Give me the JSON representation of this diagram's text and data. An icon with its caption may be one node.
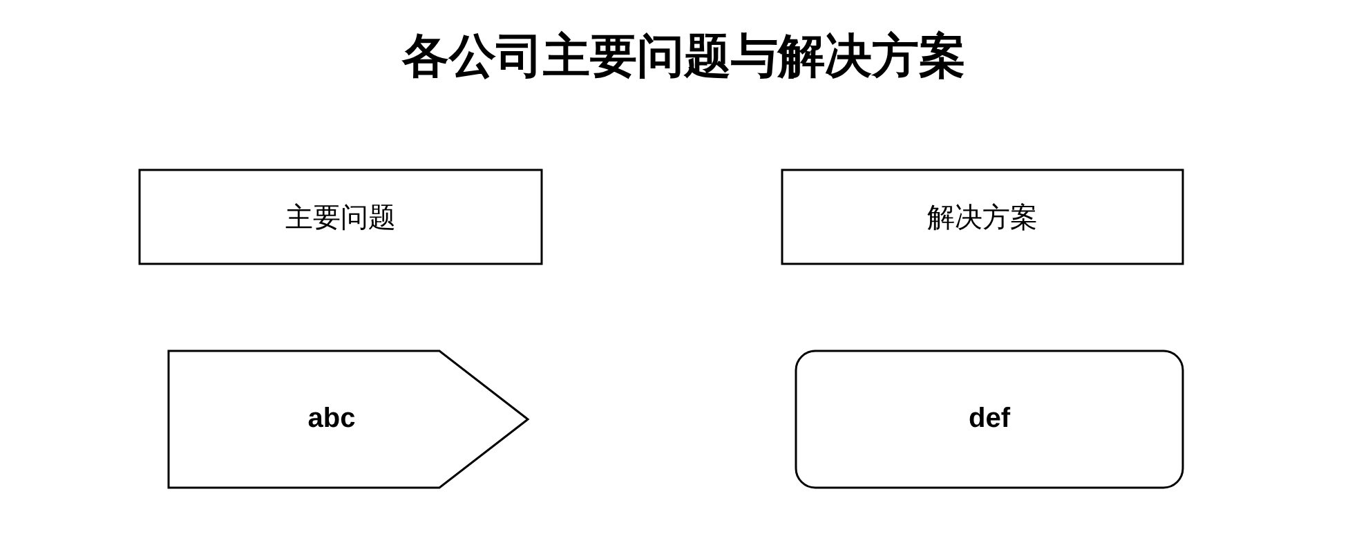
{
  "diagram": {
    "title": "各公司主要问题与解决方案",
    "nodes": [
      {
        "text": [
          "主要问题"
        ]
      },
      {
        "text": [
          "解决方案"
        ]
      },
      {
        "text": [
          "abc"
        ]
      },
      {
        "text": [
          "def"
        ]
      }
    ]
  }
}
